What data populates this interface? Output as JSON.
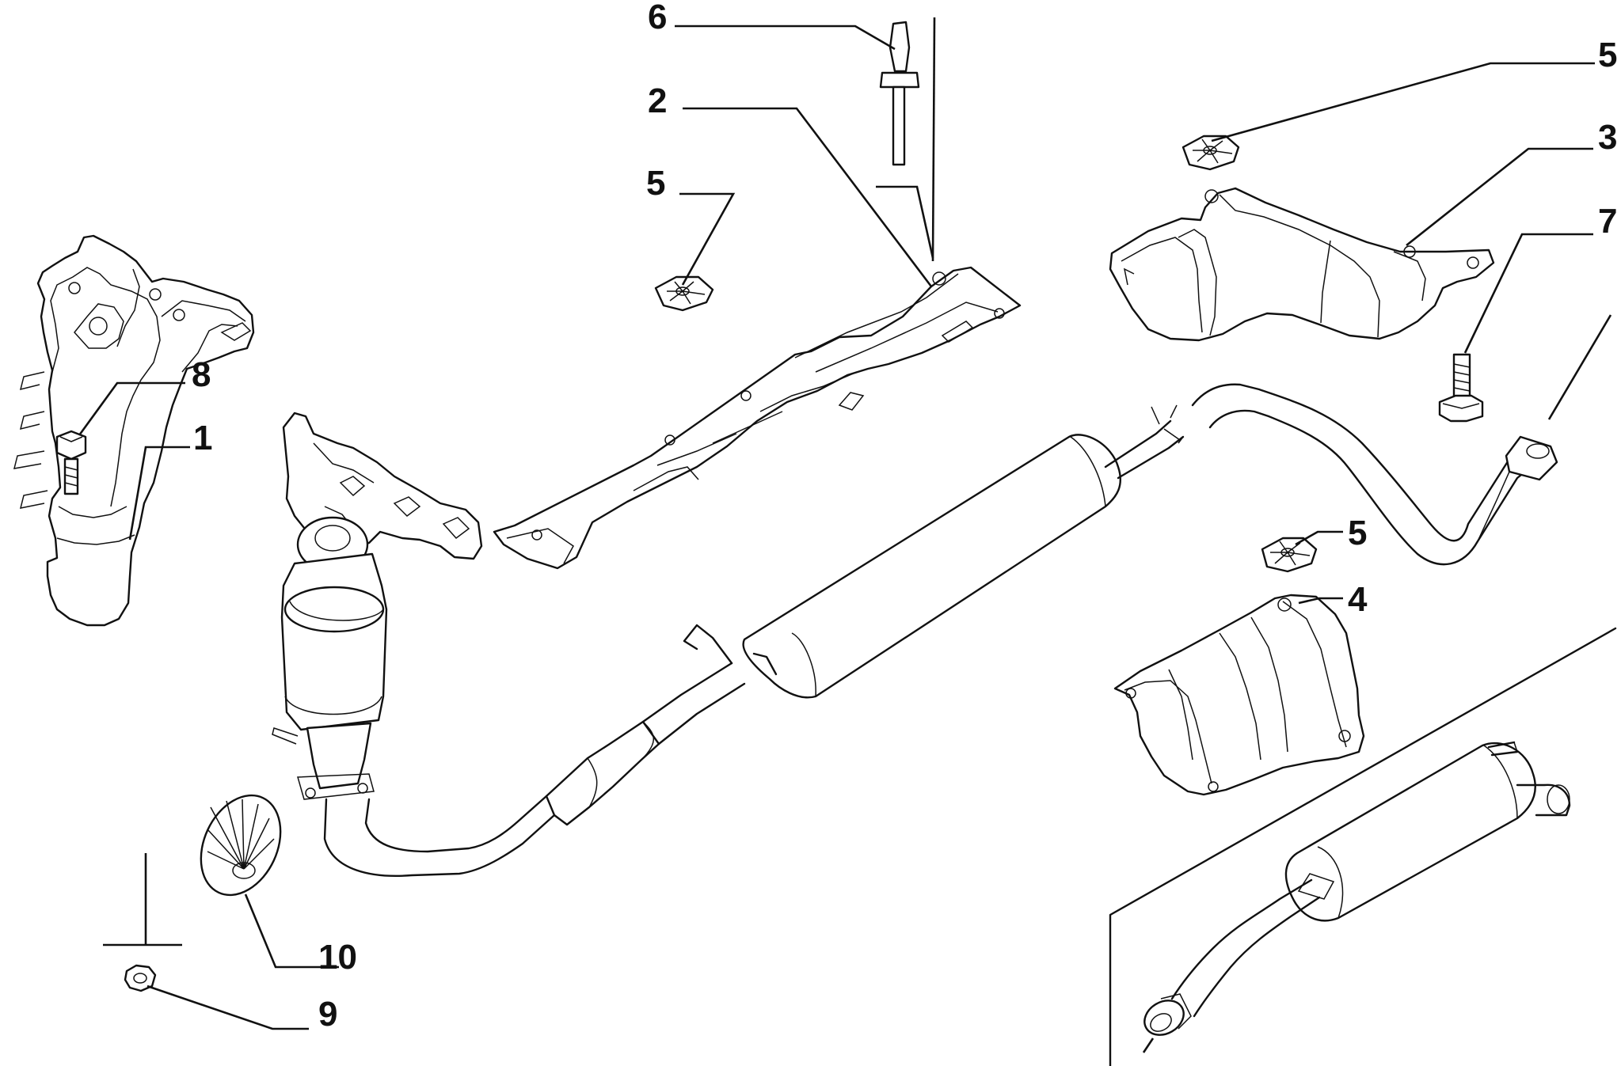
{
  "diagram": {
    "callouts": [
      {
        "id": "c1",
        "label": "1"
      },
      {
        "id": "c2",
        "label": "2"
      },
      {
        "id": "c3",
        "label": "3"
      },
      {
        "id": "c4",
        "label": "4"
      },
      {
        "id": "c5a",
        "label": "5"
      },
      {
        "id": "c5b",
        "label": "5"
      },
      {
        "id": "c5c",
        "label": "5"
      },
      {
        "id": "c6",
        "label": "6"
      },
      {
        "id": "c7",
        "label": "7"
      },
      {
        "id": "c8",
        "label": "8"
      },
      {
        "id": "c9",
        "label": "9"
      },
      {
        "id": "c10",
        "label": "10"
      }
    ]
  }
}
